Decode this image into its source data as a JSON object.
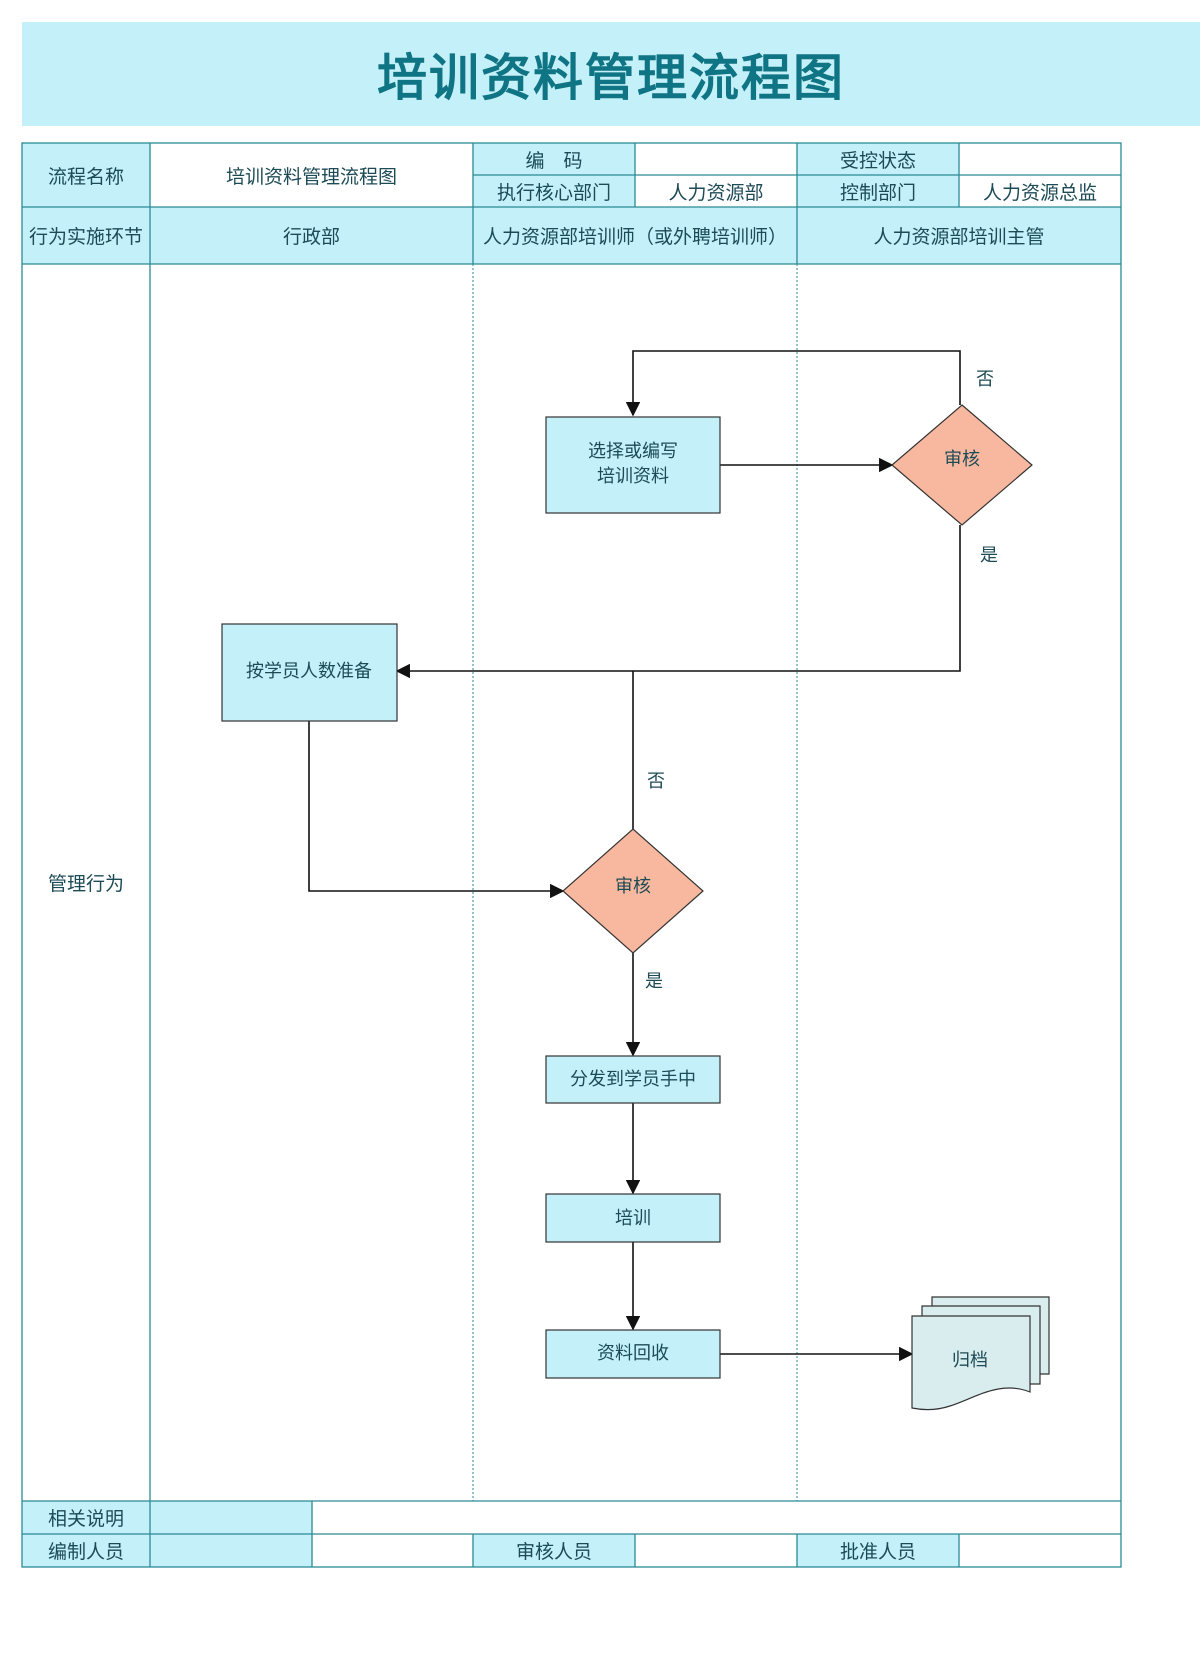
{
  "title": "培训资料管理流程图",
  "header": {
    "process_name_label": "流程名称",
    "process_name_value": "培训资料管理流程图",
    "code_label": "编　码",
    "code_value": "",
    "control_status_label": "受控状态",
    "control_status_value": "",
    "exec_dept_label": "执行核心部门",
    "exec_dept_value": "人力资源部",
    "control_dept_label": "控制部门",
    "control_dept_value": "人力资源总监"
  },
  "lanes": {
    "row_label": "行为实施环节",
    "lane1": "行政部",
    "lane2": "人力资源部培训师（或外聘培训师）",
    "lane3": "人力资源部培训主管"
  },
  "body": {
    "label": "管理行为"
  },
  "flow": {
    "select_write_line1": "选择或编写",
    "select_write_line2": "培训资料",
    "review1": "审核",
    "no1": "否",
    "yes1": "是",
    "prepare": "按学员人数准备",
    "review2": "审核",
    "no2": "否",
    "yes2": "是",
    "distribute": "分发到学员手中",
    "train": "培训",
    "collect": "资料回收",
    "archive": "归档"
  },
  "footer": {
    "notes_label": "相关说明",
    "notes_value": "",
    "prepared_by_label": "编制人员",
    "prepared_by_value": "",
    "reviewer_label": "审核人员",
    "reviewer_value": "",
    "approver_label": "批准人员",
    "approver_value": ""
  },
  "colors": {
    "light_cyan": "#c4f1f9",
    "border_teal": "#2a8a95",
    "title_teal": "#0f7483",
    "diamond_fill": "#f8b89f",
    "doc_fill": "#d9ecee"
  }
}
